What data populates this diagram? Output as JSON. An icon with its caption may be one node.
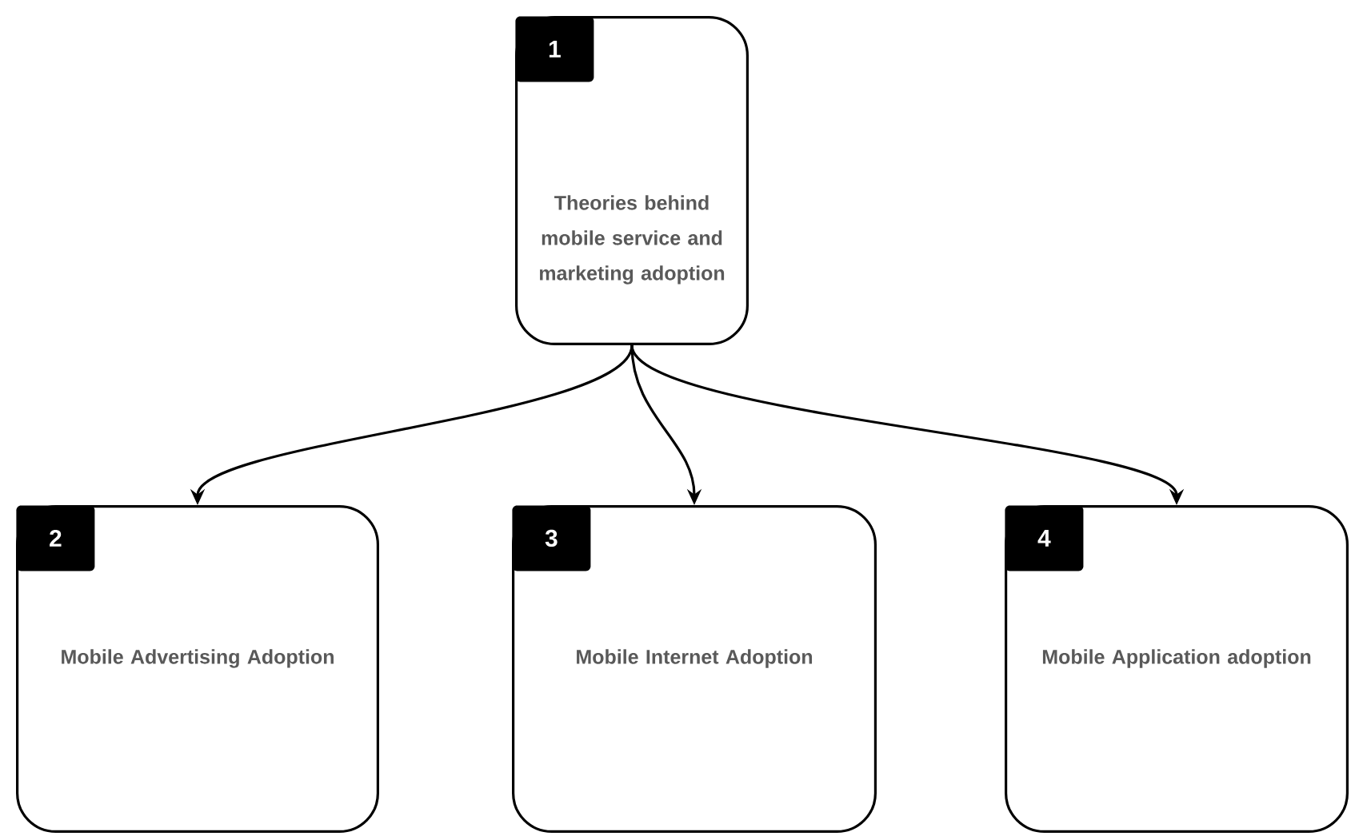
{
  "diagram": {
    "nodes": [
      {
        "text": [
          "1",
          "Theories behind mobile service and marketing adoption"
        ]
      },
      {
        "text": [
          "2",
          "Mobile Advertising Adoption"
        ]
      },
      {
        "text": [
          "3",
          "Mobile Internet Adoption"
        ]
      },
      {
        "text": [
          "4",
          "Mobile Application adoption"
        ]
      }
    ],
    "edges": [
      {
        "from": 0,
        "to": 1,
        "arrow": "to"
      },
      {
        "from": 0,
        "to": 2,
        "arrow": "to"
      },
      {
        "from": 0,
        "to": 3,
        "arrow": "to"
      }
    ]
  }
}
